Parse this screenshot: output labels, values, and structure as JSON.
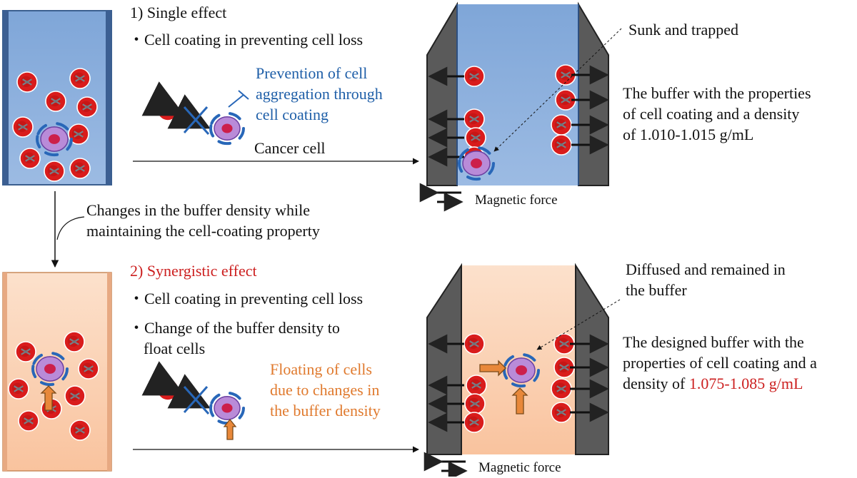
{
  "colors": {
    "blue_buffer": "#8fb1dd",
    "orange_buffer": "#fbd3b6",
    "dark_wall": "#5a5a5a",
    "rbc": "#d91c1c",
    "cancer_cell": "#b98bd8",
    "nucleus": "#cc1f4a",
    "coating": "#2867b8",
    "arrow_orange": "#e8883a",
    "text_blue": "#1f5fa8",
    "text_red": "#cc1f1f",
    "text_orange": "#e07a2e"
  },
  "single": {
    "heading": "1) Single effect",
    "bullet": "・Cell coating in preventing cell loss",
    "prevention": "Prevention of cell aggregation through cell coating",
    "prevention_lines": [
      "Prevention of cell",
      "aggregation through",
      "cell coating"
    ],
    "cancer_label": "Cancer cell",
    "callout": "Sunk and trapped",
    "buffer_lines": [
      "The buffer with the properties",
      "of cell coating and a density",
      "of 1.010-1.015 g/mL"
    ],
    "magnetic_label": "Magnetic force"
  },
  "transition": {
    "lines": [
      "Changes in the buffer density while",
      "maintaining the cell-coating property"
    ]
  },
  "synergistic": {
    "heading": "2) Synergistic effect",
    "bullet1": "・Cell coating in preventing cell loss",
    "bullet2_lines": [
      "・Change of the buffer density to",
      "float cells"
    ],
    "floating_lines": [
      "Floating of cells",
      "due to changes in",
      "the buffer density"
    ],
    "callout_lines": [
      "Diffused and remained in",
      "the buffer"
    ],
    "buffer_lines": [
      "The designed buffer with the",
      "properties of cell coating and a"
    ],
    "density_prefix": "density of ",
    "density_value": "1.075-1.085 g/mL",
    "magnetic_label": "Magnetic force"
  }
}
